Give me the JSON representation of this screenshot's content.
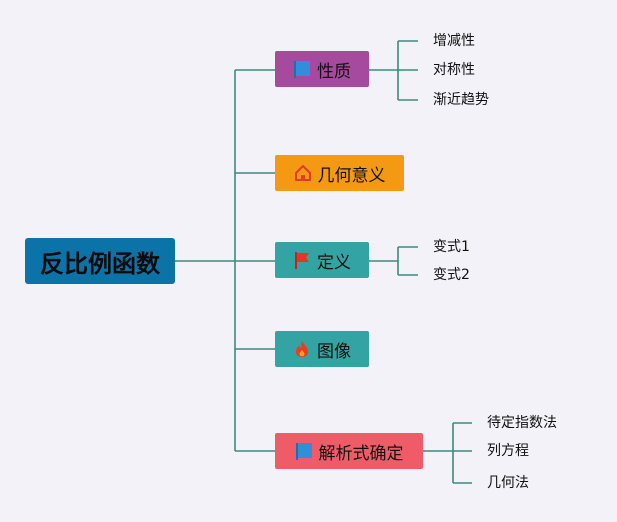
{
  "root": {
    "label": "反比例函数"
  },
  "branches": [
    {
      "label": "性质",
      "icon": "blue-square-flag-icon",
      "color": "#a54a9e",
      "children": [
        "增减性",
        "对称性",
        "渐近趋势"
      ]
    },
    {
      "label": "几何意义",
      "icon": "house-icon",
      "color": "#f39a12",
      "children": []
    },
    {
      "label": "定义",
      "icon": "red-flag-icon",
      "color": "#34a3a3",
      "children": [
        "变式1",
        "变式2"
      ]
    },
    {
      "label": "图像",
      "icon": "flame-icon",
      "color": "#34a3a3",
      "children": []
    },
    {
      "label": "解析式确定",
      "icon": "blue-square-flag-icon",
      "color": "#ef5c67",
      "children": [
        "待定指数法",
        "列方程",
        "几何法"
      ]
    }
  ],
  "colors": {
    "connector": "#3d8a7e",
    "root": "#0b73a8",
    "background": "#f3f2f8"
  }
}
